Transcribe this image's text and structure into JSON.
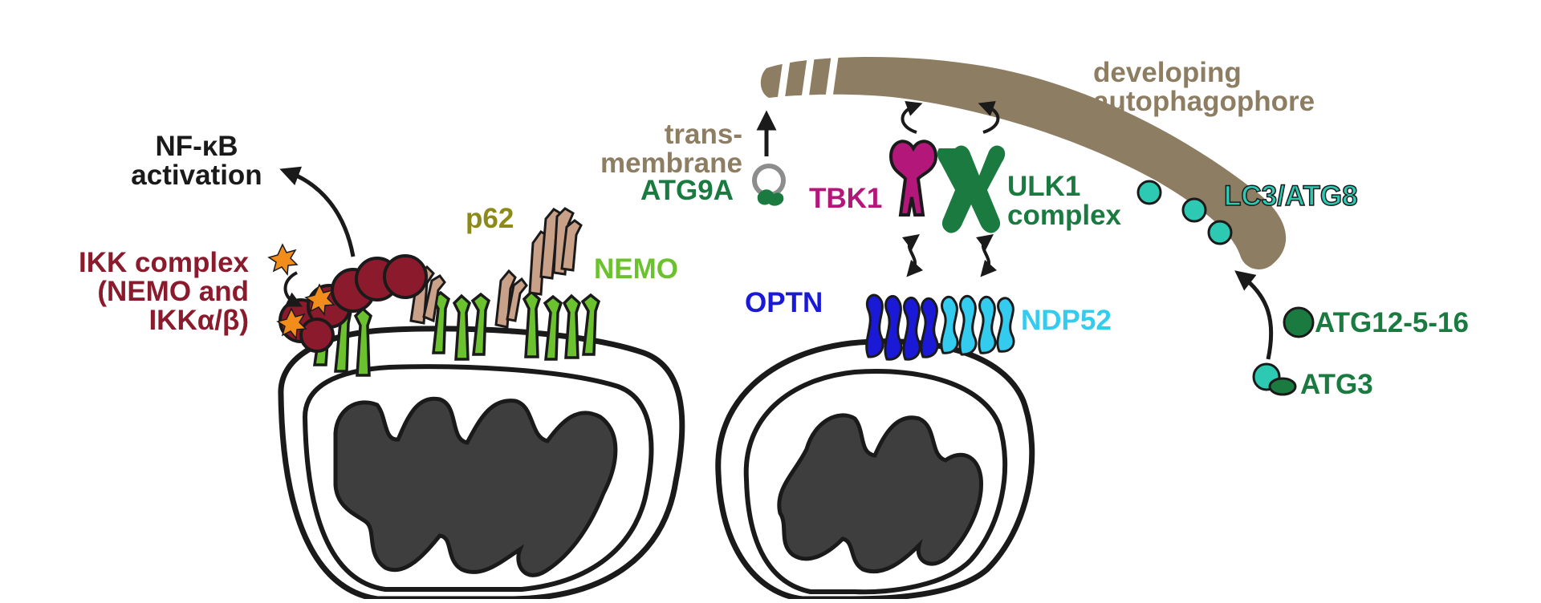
{
  "labels": {
    "nfkb_line1": "NF-κB",
    "nfkb_line2": "activation",
    "ikk_line1": "IKK complex",
    "ikk_line2": "(NEMO and",
    "ikk_line3": "IKKα/β)",
    "p62": "p62",
    "nemo": "NEMO",
    "trans_line1": "trans-",
    "trans_line2": "membrane",
    "atg9a": "ATG9A",
    "tbk1": "TBK1",
    "ulk1_line1": "ULK1",
    "ulk1_line2": "complex",
    "developing_line1": "developing",
    "developing_line2": "autophagophore",
    "lc3": "LC3/ATG8",
    "optn": "OPTN",
    "ndp52": "NDP52",
    "atg12": "ATG12-5-16",
    "atg3": "ATG3"
  },
  "colors": {
    "ikk": "#8a1a2c",
    "nemo": "#6cc22e",
    "p62": "#c9a088",
    "olive": "#8d8a1a",
    "phagophore": "#8d7d62",
    "atg_green": "#1a7a40",
    "tbk1": "#b3177a",
    "ulk1": "#1a7a40",
    "optn": "#1a1ad6",
    "ndp52": "#33ccee",
    "lc3": "#2ec9b3",
    "mito_inner": "#3e3e3e",
    "star": "#f28c1a",
    "black": "#1a1a1a"
  }
}
